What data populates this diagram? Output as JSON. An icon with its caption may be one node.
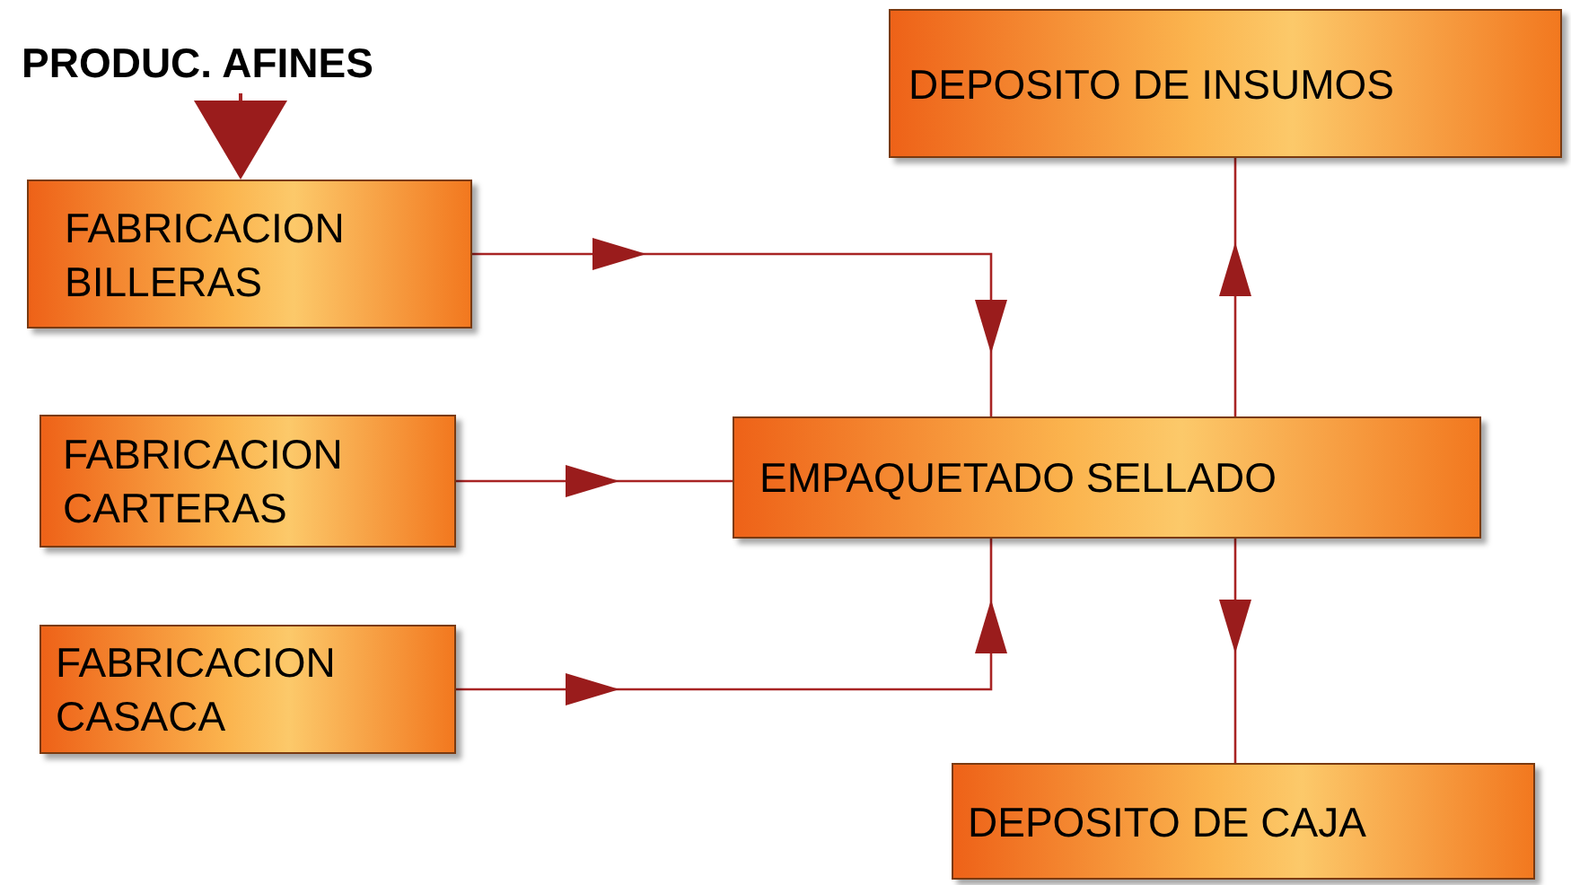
{
  "diagram": {
    "nodes": [
      {
        "text": [
          "PRODUC. AFINES"
        ]
      },
      {
        "text": [
          "FABRICACION BILLERAS"
        ]
      },
      {
        "text": [
          "FABRICACION CARTERAS"
        ]
      },
      {
        "text": [
          "FABRICACION CASACA"
        ]
      },
      {
        "text": [
          "EMPAQUETADO SELLADO"
        ]
      },
      {
        "text": [
          "DEPOSITO DE INSUMOS"
        ]
      },
      {
        "text": [
          "DEPOSITO DE CAJA"
        ]
      }
    ],
    "edges": [
      {
        "from": 0,
        "to": 1,
        "arrow": "to"
      },
      {
        "from": 1,
        "to": 4,
        "arrow": "to"
      },
      {
        "from": 2,
        "to": 4,
        "arrow": "to"
      },
      {
        "from": 3,
        "to": 4,
        "arrow": "to"
      },
      {
        "from": 4,
        "to": 5,
        "arrow": "to"
      },
      {
        "from": 4,
        "to": 6,
        "arrow": "to"
      }
    ]
  }
}
